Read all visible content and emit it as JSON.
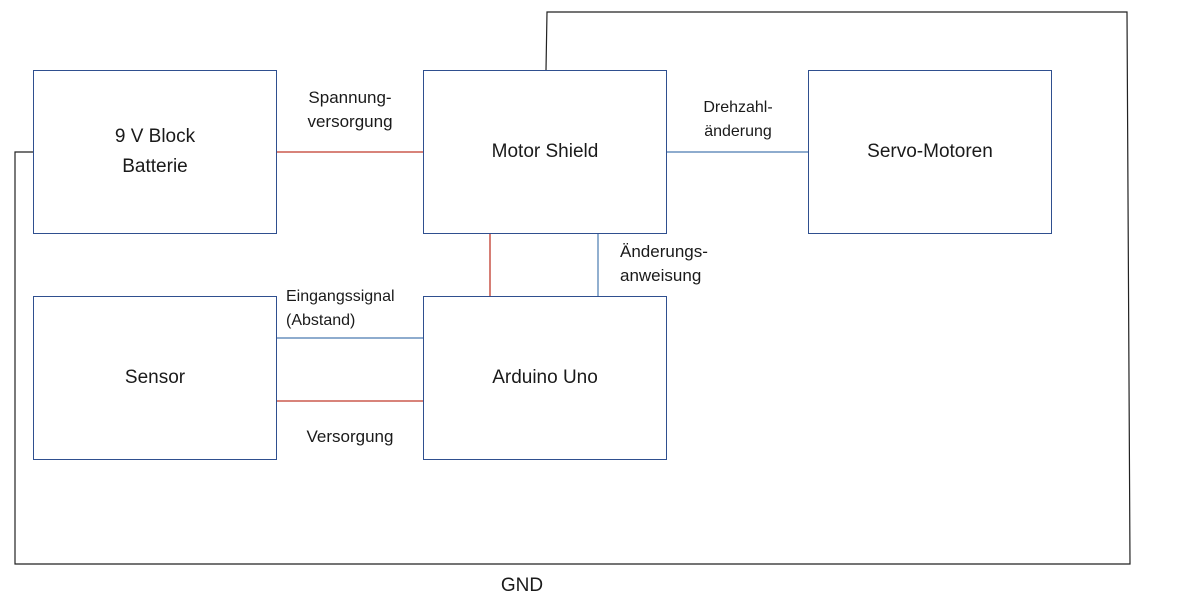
{
  "blocks": {
    "battery": "9 V Block\nBatterie",
    "motor_shield": "Motor Shield",
    "servo": "Servo-Motoren",
    "sensor": "Sensor",
    "arduino": "Arduino Uno"
  },
  "labels": {
    "spannung_line1": "Spannung-",
    "spannung_line2": "versorgung",
    "drehzahl_line1": "Drehzahl-",
    "drehzahl_line2": "änderung",
    "aenderung_line1": "Änderungs-",
    "aenderung_line2": "anweisung",
    "eingang_line1": "Eingangssignal",
    "eingang_line2": "(Abstand)",
    "versorgung": "Versorgung",
    "gnd": "GND"
  },
  "colors": {
    "block_border": "#2f4f8f",
    "signal_wire": "#4a7ab0",
    "power_wire": "#c0392b",
    "ground_wire": "#222222"
  }
}
